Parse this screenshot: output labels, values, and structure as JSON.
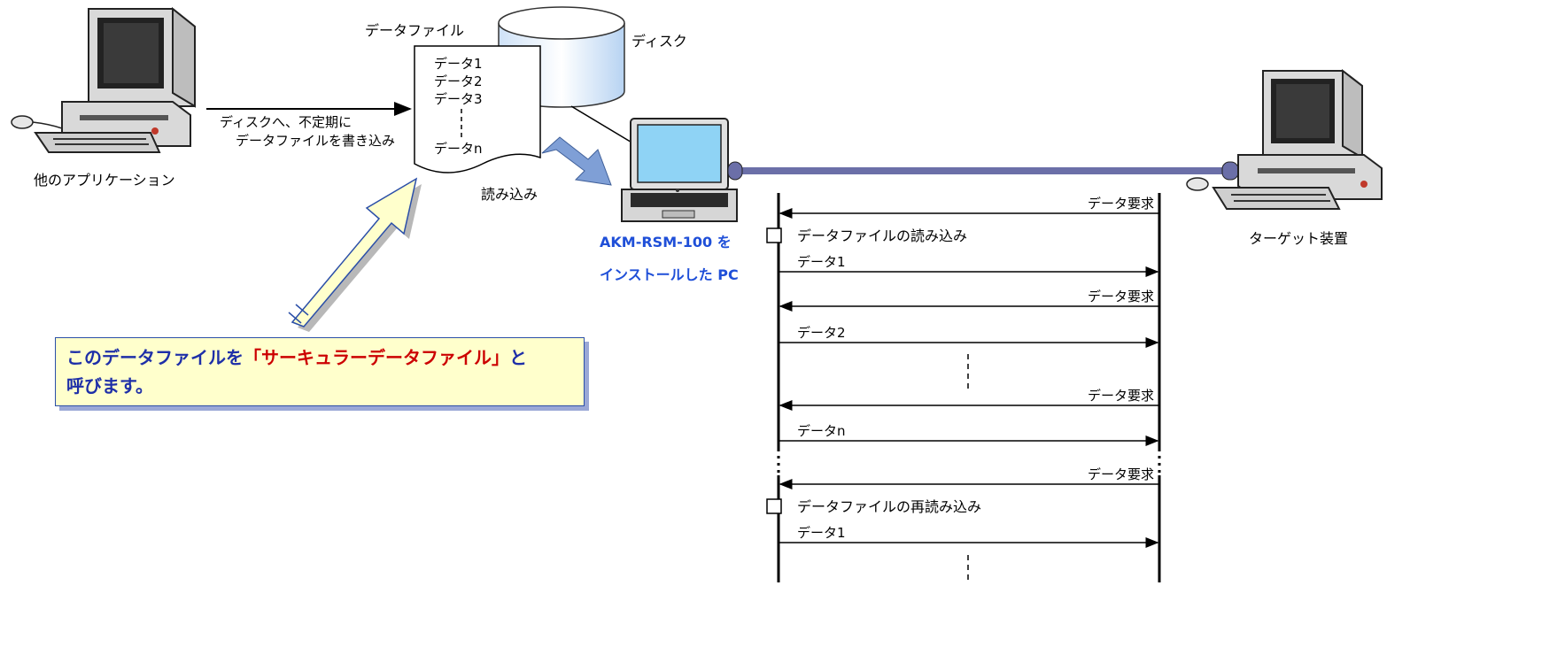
{
  "labels": {
    "data_file": "データファイル",
    "disk": "ディスク",
    "file_lines": [
      "データ1",
      "データ2",
      "データ3",
      "データn"
    ],
    "write_label_1": "ディスクへ、不定期に",
    "write_label_2": "データファイルを書き込み",
    "other_app": "他のアプリケーション",
    "read_in": "読み込み",
    "pc_label_1": "AKM-RSM-100 を",
    "pc_label_2": "インストールした PC",
    "target_device": "ターゲット装置"
  },
  "note": {
    "line1_prefix": "このデータファイルを",
    "line1_highlight": "「サーキュラーデータファイル」",
    "line1_suffix": "と",
    "line2": "呼びます。"
  },
  "sequence": [
    {
      "dir": "left",
      "text": "データ要求"
    },
    {
      "dir": "box",
      "text": "データファイルの読み込み"
    },
    {
      "dir": "right",
      "text": "データ1"
    },
    {
      "dir": "left",
      "text": "データ要求"
    },
    {
      "dir": "right",
      "text": "データ2"
    },
    {
      "dir": "left",
      "text": "データ要求"
    },
    {
      "dir": "right",
      "text": "データn"
    },
    {
      "dir": "left",
      "text": "データ要求"
    },
    {
      "dir": "box",
      "text": "データファイルの再読み込み"
    },
    {
      "dir": "right",
      "text": "データ1"
    }
  ],
  "colors": {
    "cable": "#6b6fa8",
    "arrow_blue": "#7f9fd6",
    "note_bg": "#ffffcc",
    "note_text": "#1e2fa8",
    "highlight": "#cc0000"
  }
}
